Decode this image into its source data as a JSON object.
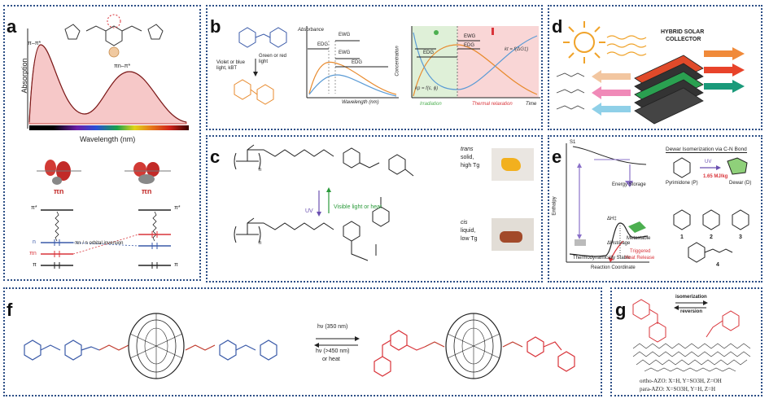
{
  "panels": {
    "a": {
      "label": "a",
      "ylabel": "Absorption",
      "xlabel": "Wavelength (nm)",
      "peak1": "π–π*",
      "peak2": "πn–π*",
      "orb_left": "πn",
      "orb_right": "πn",
      "level_pistar": "π*",
      "level_n": "n",
      "level_pin": "πn",
      "level_pi": "π",
      "inversion": "πn / n orbital inversion"
    },
    "b": {
      "label": "b",
      "cond1": "Violet or blue light, kBT",
      "cond2": "Green or red light",
      "ylabel": "Absorbance",
      "xlabel": "Wavelength (nm)",
      "ewg1": "EWG",
      "edg1": "EDG",
      "ewg2": "EWG",
      "edg2": "EDG",
      "ylabel2": "Concentration",
      "ewg3": "EWG",
      "edg3": "EDG",
      "edg4": "EDG",
      "kt": "kt = f(ΔG‡)",
      "kp": "kp = f(ε, ϕ)",
      "irradiation": "Irradiation",
      "thermal": "Thermal relaxation",
      "time": "Time"
    },
    "c": {
      "label": "c",
      "n1": "n",
      "n2": "n",
      "uv": "UV",
      "visible": "Visible light or heat",
      "trans1": "trans",
      "trans2": "solid,",
      "trans3": "high Tg",
      "cis1": "cis",
      "cis2": "liquid,",
      "cis3": "low Tg"
    },
    "d": {
      "label": "d",
      "title1": "HYBRID SOLAR",
      "title2": "COLLECTOR"
    },
    "e": {
      "label": "e",
      "s1": "S1",
      "ylabel": "Enthalpy",
      "xlabel": "Reaction Coordinate",
      "energy_storage": "Energy Storage",
      "metastable": "Metastable",
      "thermo": "Thermodynamically Stable",
      "triggered1": "Triggered",
      "triggered2": "Heat Release",
      "dh_ts": "ΔH‡",
      "dh_storage": "ΔHstorage",
      "dewar_title": "Dewar Isomerization via C-N Bond",
      "uv": "UV",
      "energy": "1.65 MJ/kg",
      "pyrimidone": "Pyrimidone (P)",
      "dewar": "Dewar (D)",
      "num1": "1",
      "num2": "2",
      "num3": "3",
      "num4": "4"
    },
    "f": {
      "label": "f",
      "hv1": "hν (350 nm)",
      "hv2": "hν (>450 nm)",
      "heat": "or heat"
    },
    "g": {
      "label": "g",
      "iso1": "isomerization",
      "iso2": "reversion",
      "ortho": "ortho-AZO: X=H, Y=SO3H, Z=OH",
      "para": "para-AZO: X=SO3H, Y=H, Z=H"
    }
  },
  "colors": {
    "frame": "#2d4f86",
    "red": "#d9343a",
    "blue": "#3a5aa8",
    "orange": "#e88a2d",
    "pink_fill": "#f6c8c8"
  }
}
